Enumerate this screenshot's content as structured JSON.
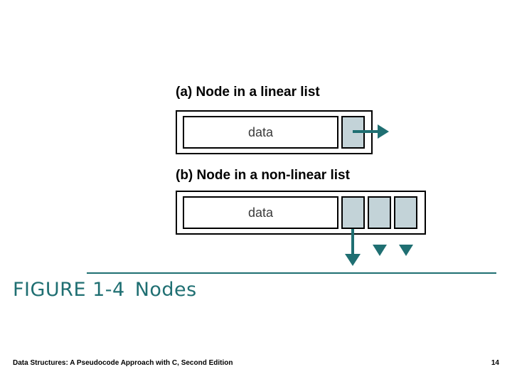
{
  "figure": {
    "label_number": "FIGURE 1-4",
    "label_title": "Nodes",
    "accent_color": "#1f6f72",
    "link_fill_color": "#c3d3d8",
    "parts": [
      {
        "caption": "(a) Node in a linear list",
        "data_label": "data",
        "link_count": 1
      },
      {
        "caption": "(b) Node in a non-linear list",
        "data_label": "data",
        "link_count": 3
      }
    ]
  },
  "footer": {
    "source": "Data Structures: A Pseudocode Approach with C, Second Edition",
    "page": "14"
  }
}
